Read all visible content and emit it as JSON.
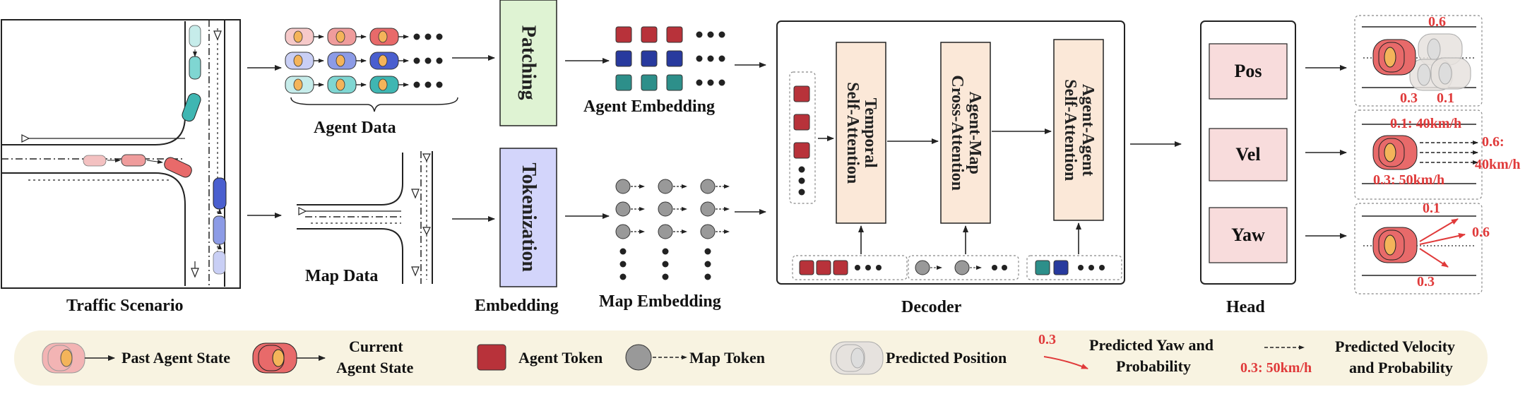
{
  "stages": {
    "traffic_scenario": "Traffic Scenario",
    "agent_data": "Agent Data",
    "map_data": "Map Data",
    "patching": "Patching",
    "tokenization": "Tokenization",
    "embedding": "Embedding",
    "agent_embedding": "Agent Embedding",
    "map_embedding": "Map Embedding",
    "decoder": "Decoder",
    "head": "Head"
  },
  "decoder_blocks": {
    "temporal": "Temporal\nSelf-Attention",
    "agent_map": "Agent-Map\nCross-Attention",
    "agent_agent": "Agent-Agent\nSelf-Attention"
  },
  "head_items": [
    "Pos",
    "Vel",
    "Yaw"
  ],
  "outputs": {
    "pos_prob_top": "0.6",
    "pos_prob_a": "0.3",
    "pos_prob_b": "0.1",
    "vel_a": "0.1: 40km/h",
    "vel_b_line1": "0.6:",
    "vel_b_line2": "40km/h",
    "vel_c": "0.3: 50km/h",
    "yaw_a": "0.1",
    "yaw_b": "0.6",
    "yaw_c": "0.3"
  },
  "legend": {
    "past_agent_state": "Past Agent State",
    "current_agent_state_line1": "Current",
    "current_agent_state_line2": "Agent State",
    "agent_token": "Agent Token",
    "map_token": "Map Token",
    "predicted_position": "Predicted Position",
    "yaw_example": "0.3",
    "predicted_yaw_line1": "Predicted Yaw and",
    "predicted_yaw_line2": "Probability",
    "vel_example": "0.3: 50km/h",
    "predicted_velocity_line1": "Predicted Velocity",
    "predicted_velocity_line2": "and Probability"
  },
  "colors": {
    "agent_red": "#b8323a",
    "agent_blue": "#283a9e",
    "agent_teal": "#2d8f8a",
    "car_red": "#e86a6a",
    "car_orange": "#f4b45a",
    "car_blue": "#4a5fcf",
    "car_teal": "#66cfcb",
    "patching_bg": "#dff3d3",
    "tokenization_bg": "#d3d5fb",
    "attn_bg": "#fbe8d8",
    "head_item_bg": "#f8dcdc",
    "legend_bg": "#f8f3e1",
    "accent_red": "#e03a3a"
  },
  "icons": [
    "past-agent-icon",
    "current-agent-icon",
    "agent-token-icon",
    "map-token-icon",
    "predicted-position-icon",
    "yaw-arrow-icon",
    "velocity-arrow-icon"
  ]
}
